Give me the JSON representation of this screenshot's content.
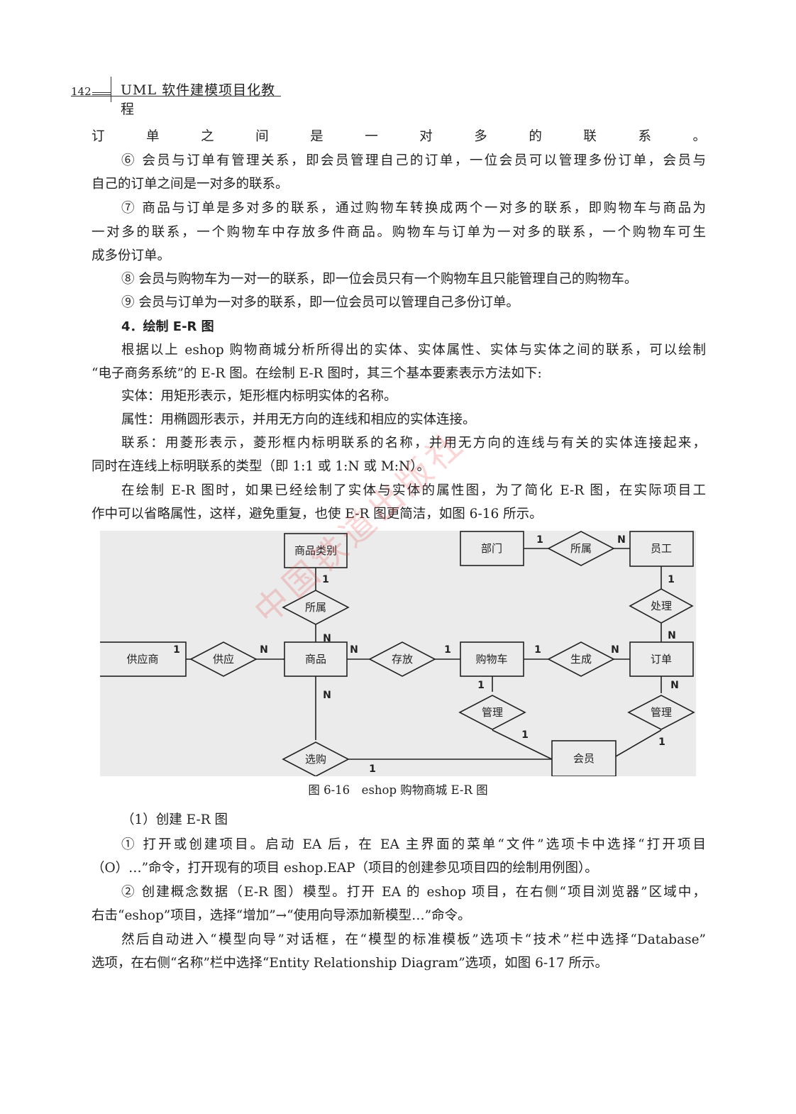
{
  "header": {
    "page_number": "142",
    "book_title": "UML 软件建模项目化教程"
  },
  "paragraphs": [
    "订单之间是一对多的联系。",
    "⑥ 会员与订单有管理关系，即会员管理自己的订单，一位会员可以管理多份订单，会员与",
    "自己的订单之间是一对多的联系。",
    "⑦ 商品与订单是多对多的联系，通过购物车转换成两个一对多的联系，即购物车与商品为",
    "一对多的联系，一个购物车中存放多件商品。购物车与订单为一对多的联系，一个购物车可生",
    "成多份订单。",
    "⑧ 会员与购物车为一对一的联系，即一位会员只有一个购物车且只能管理自己的购物车。",
    "⑨ 会员与订单为一对多的联系，即一位会员可以管理自己多份订单。",
    "4．绘制 E-R 图",
    "根据以上 eshop 购物商城分析所得出的实体、实体属性、实体与实体之间的联系，可以绘制",
    "“电子商务系统”的 E-R 图。在绘制 E-R 图时，其三个基本要素表示方法如下:",
    "实体：用矩形表示，矩形框内标明实体的名称。",
    "属性：用椭圆形表示，并用无方向的连线和相应的实体连接。",
    "联系：用菱形表示，菱形框内标明联系的名称，并用无方向的连线与有关的实体连接起来，",
    "同时在连线上标明联系的类型（即 1:1 或 1:N 或 M:N）。",
    "在绘制 E-R 图时，如果已经绘制了实体与实体的属性图，为了简化 E-R 图，在实际项目工",
    "作中可以省略属性，这样，避免重复，也使 E-R 图更简洁，如图 6-16 所示。",
    "（1）创建 E-R 图",
    "① 打开或创建项目。启动 EA 后，在 EA 主界面的菜单“文件”选项卡中选择“打开项目",
    "（O）…”命令，打开现有的项目 eshop.EAP（项目的创建参见项目四的绘制用例图）。",
    "② 创建概念数据（E-R 图）模型。打开 EA 的 eshop 项目，在右侧“项目浏览器”区域中，",
    "右击“eshop”项目，选择“增加”→“使用向导添加新模型…”命令。",
    "然后自动进入“模型向导”对话框，在“模型的标准模板”选项卡“技术”栏中选择“Database”",
    "选项，在右侧“名称”栏中选择“Entity Relationship Diagram”选项，如图 6-17 所示。"
  ],
  "figure": {
    "caption": "图 6-16　eshop 购物商城 E-R 图",
    "entities": {
      "supplier": "供应商",
      "goods": "商品",
      "goods_category": "商品类别",
      "cart": "购物车",
      "order": "订单",
      "department": "部门",
      "employee": "员工",
      "member": "会员"
    },
    "relationships": {
      "supply": "供应",
      "belong_category": "所属",
      "store": "存放",
      "generate": "生成",
      "belong_dept": "所属",
      "handle": "处理",
      "manage_cart": "管理",
      "manage_order": "管理",
      "purchase": "选购"
    },
    "cardinalities": {
      "supplier_supply": "1",
      "supply_goods": "N",
      "category_belong": "1",
      "belong_goods": "N",
      "goods_store": "N",
      "store_cart": "1",
      "cart_generate": "1",
      "generate_order": "N",
      "dept_belong": "1",
      "belong_employee": "N",
      "employee_handle": "1",
      "handle_order": "N",
      "cart_manage": "1",
      "manage_member": "1",
      "order_manage": "N",
      "manage_order_member": "1",
      "goods_purchase": "N",
      "purchase_member": "1"
    }
  },
  "watermark": "中国铁道出版社"
}
